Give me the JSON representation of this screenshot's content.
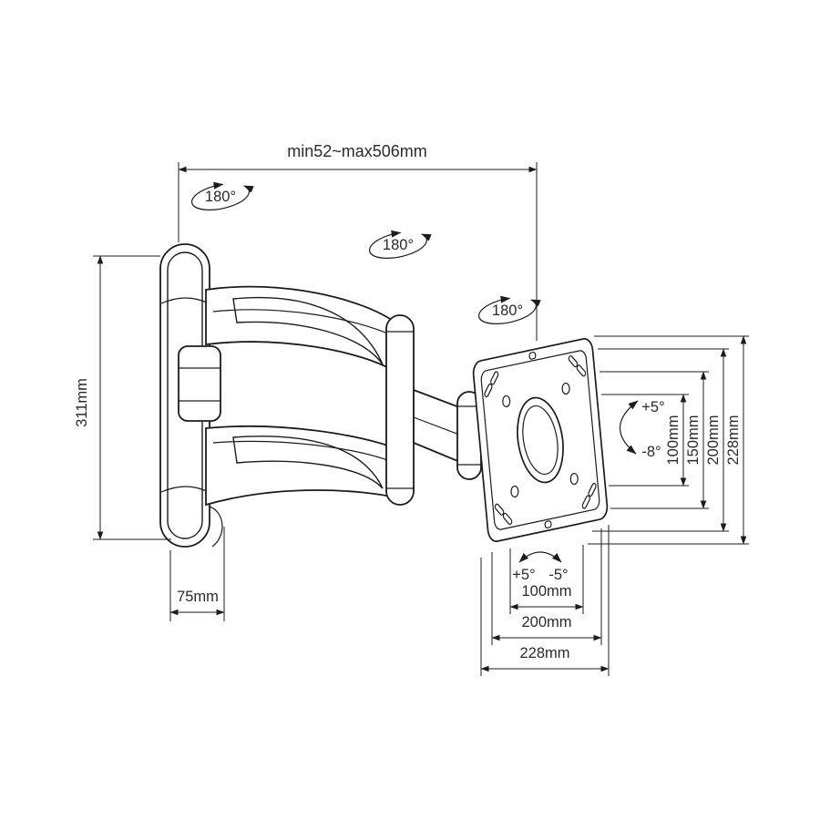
{
  "meta": {
    "description": "Articulating TV wall mount bracket - dimensional line drawing"
  },
  "colors": {
    "background": "#ffffff",
    "line": "#1c1c1c",
    "text": "#2b2b2b"
  },
  "labels": {
    "arm_extension": "min52~max506mm",
    "bracket_height": "311mm",
    "wall_plate_width": "75mm",
    "swivel_wall": "180°",
    "swivel_elbow": "180°",
    "swivel_head": "180°",
    "tilt_up": "+5°",
    "tilt_down": "-8°",
    "rotation_cw": "+5°",
    "rotation_ccw": "-5°",
    "vesa_vertical_100": "100mm",
    "plate_vertical_150": "150mm",
    "plate_vertical_200": "200mm",
    "plate_vertical_228": "228mm",
    "vesa_horizontal_100": "100mm",
    "plate_horizontal_200": "200mm",
    "plate_horizontal_228": "228mm"
  }
}
